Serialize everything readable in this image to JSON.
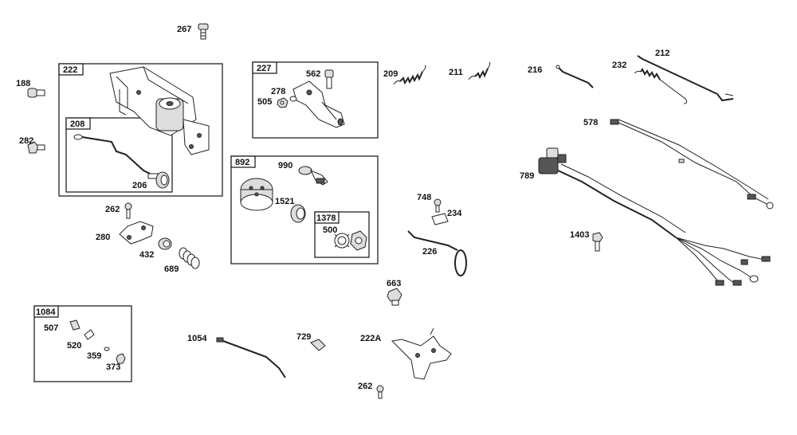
{
  "diagram": {
    "groups": [
      {
        "id": "g222",
        "label": "222"
      },
      {
        "id": "g208",
        "label": "208"
      },
      {
        "id": "g227",
        "label": "227"
      },
      {
        "id": "g892",
        "label": "892"
      },
      {
        "id": "g1378",
        "label": "1378"
      },
      {
        "id": "g1084",
        "label": "1084"
      }
    ],
    "callouts": [
      {
        "id": "c267",
        "label": "267"
      },
      {
        "id": "c188",
        "label": "188"
      },
      {
        "id": "c282",
        "label": "282"
      },
      {
        "id": "c206",
        "label": "206"
      },
      {
        "id": "c562",
        "label": "562"
      },
      {
        "id": "c278",
        "label": "278"
      },
      {
        "id": "c505",
        "label": "505"
      },
      {
        "id": "c209",
        "label": "209"
      },
      {
        "id": "c211",
        "label": "211"
      },
      {
        "id": "c216",
        "label": "216"
      },
      {
        "id": "c232",
        "label": "232"
      },
      {
        "id": "c212",
        "label": "212"
      },
      {
        "id": "c578",
        "label": "578"
      },
      {
        "id": "c789",
        "label": "789"
      },
      {
        "id": "c990",
        "label": "990"
      },
      {
        "id": "c1521",
        "label": "1521"
      },
      {
        "id": "c500",
        "label": "500"
      },
      {
        "id": "c748",
        "label": "748"
      },
      {
        "id": "c234",
        "label": "234"
      },
      {
        "id": "c226",
        "label": "226"
      },
      {
        "id": "c1403",
        "label": "1403"
      },
      {
        "id": "c262a",
        "label": "262"
      },
      {
        "id": "c280",
        "label": "280"
      },
      {
        "id": "c432",
        "label": "432"
      },
      {
        "id": "c689",
        "label": "689"
      },
      {
        "id": "c663",
        "label": "663"
      },
      {
        "id": "c507",
        "label": "507"
      },
      {
        "id": "c520",
        "label": "520"
      },
      {
        "id": "c359",
        "label": "359"
      },
      {
        "id": "c373",
        "label": "373"
      },
      {
        "id": "c1054",
        "label": "1054"
      },
      {
        "id": "c729",
        "label": "729"
      },
      {
        "id": "c222A",
        "label": "222A"
      },
      {
        "id": "c262b",
        "label": "262"
      }
    ]
  }
}
